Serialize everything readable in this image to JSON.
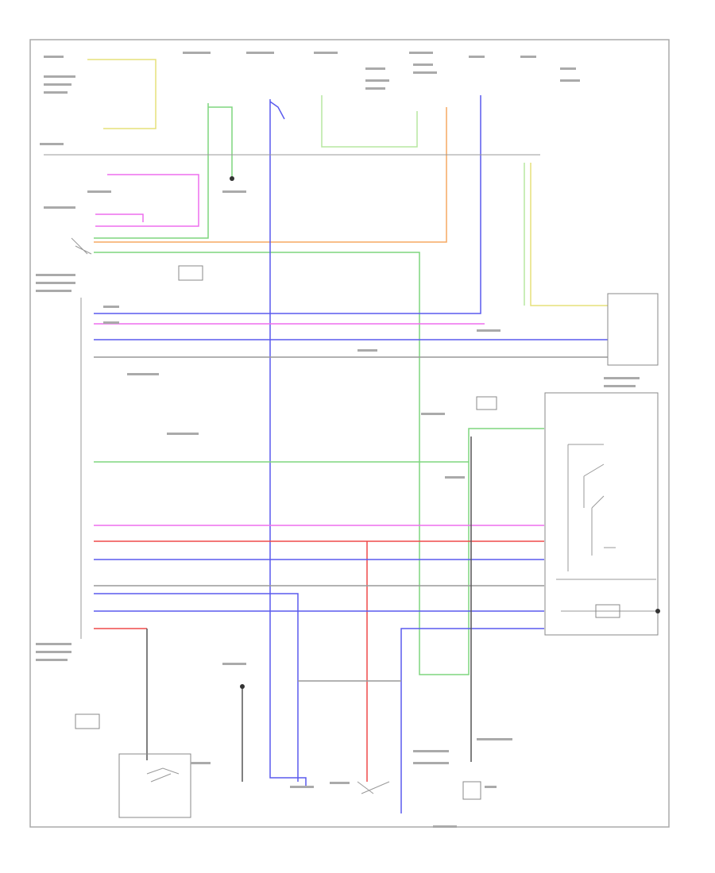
{
  "diagram": {
    "footer_code": "",
    "components": [
      {
        "id": "cruise-control-module",
        "label": ""
      },
      {
        "id": "transmission-range-switch",
        "label": ""
      },
      {
        "id": "data-link-connector",
        "label": ""
      },
      {
        "id": "brake-pedal-position-switch",
        "label": ""
      },
      {
        "id": "combination-meter",
        "label": ""
      },
      {
        "id": "cruise-main-switch",
        "label": ""
      },
      {
        "id": "stop-light-switch",
        "label": ""
      },
      {
        "id": "ecm",
        "label": ""
      }
    ]
  },
  "wire_colors": {
    "yellow": "#e6e07a",
    "green": "#7fd67f",
    "magenta": "#ee6fee",
    "red": "#ef4a4a",
    "blue": "#5a5aee",
    "orange": "#f5a862",
    "lightgreen": "#b7e7a0",
    "gray": "#999999",
    "black": "#555555"
  }
}
